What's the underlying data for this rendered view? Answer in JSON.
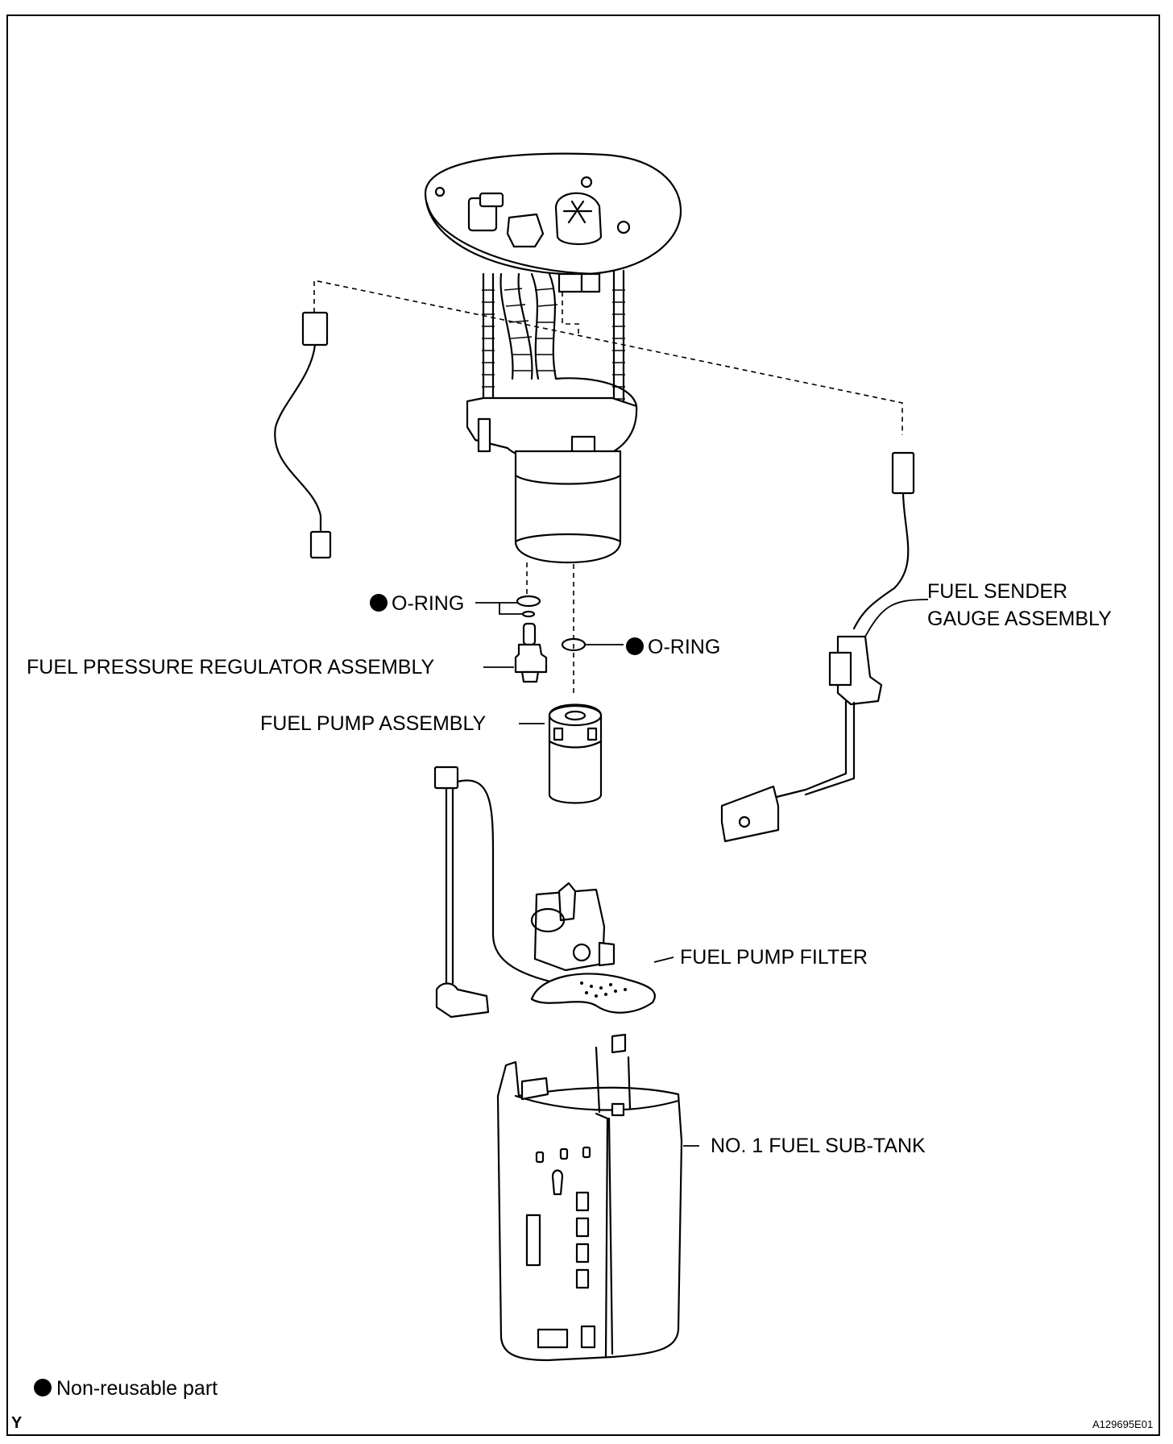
{
  "labels": {
    "o_ring_upper": "O-RING",
    "o_ring_right": "O-RING",
    "fuel_pressure_regulator": "FUEL PRESSURE REGULATOR ASSEMBLY",
    "fuel_pump_assembly": "FUEL PUMP ASSEMBLY",
    "fuel_sender_line1": "FUEL SENDER",
    "fuel_sender_line2": "GAUGE ASSEMBLY",
    "fuel_pump_filter": "FUEL PUMP FILTER",
    "sub_tank": "NO. 1 FUEL SUB-TANK"
  },
  "legend": {
    "non_reusable": "Non-reusable part"
  },
  "corner_mark": "Y",
  "figure_code": "A129695E01"
}
